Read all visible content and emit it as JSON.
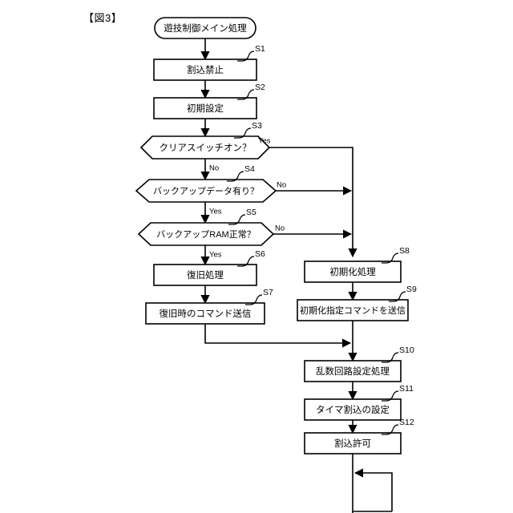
{
  "figure": {
    "label": "【図3】",
    "title": "遊技制御メイン処理"
  },
  "nodes": {
    "start": {
      "text": "遊技制御メイン処理",
      "shape": "terminator"
    },
    "s1": {
      "step": "S1",
      "text": "割込禁止",
      "shape": "process"
    },
    "s2": {
      "step": "S2",
      "text": "初期設定",
      "shape": "process"
    },
    "s3": {
      "step": "S3",
      "text": "クリアスイッチオン？",
      "shape": "decision"
    },
    "s4": {
      "step": "S4",
      "text": "バックアップデータ有り？",
      "shape": "decision"
    },
    "s5": {
      "step": "S5",
      "text": "バックアップRAM正常？",
      "shape": "decision"
    },
    "s6": {
      "step": "S6",
      "text": "復旧処理",
      "shape": "process"
    },
    "s7": {
      "step": "S7",
      "text": "復旧時のコマンド送信",
      "shape": "process"
    },
    "s8": {
      "step": "S8",
      "text": "初期化処理",
      "shape": "process"
    },
    "s9": {
      "step": "S9",
      "text": "初期化指定コマンドを送信",
      "shape": "process"
    },
    "s10": {
      "step": "S10",
      "text": "乱数回路設定処理",
      "shape": "process"
    },
    "s11": {
      "step": "S11",
      "text": "タイマ割込の設定",
      "shape": "process"
    },
    "s12": {
      "step": "S12",
      "text": "割込許可",
      "shape": "process"
    }
  },
  "branches": {
    "s3_yes": "Yes",
    "s3_no": "No",
    "s4_no": "No",
    "s4_yes": "Yes",
    "s5_no": "No",
    "s5_yes": "Yes"
  },
  "colors": {
    "stroke": "#000000",
    "fill": "#ffffff",
    "background": "#ffffff"
  }
}
